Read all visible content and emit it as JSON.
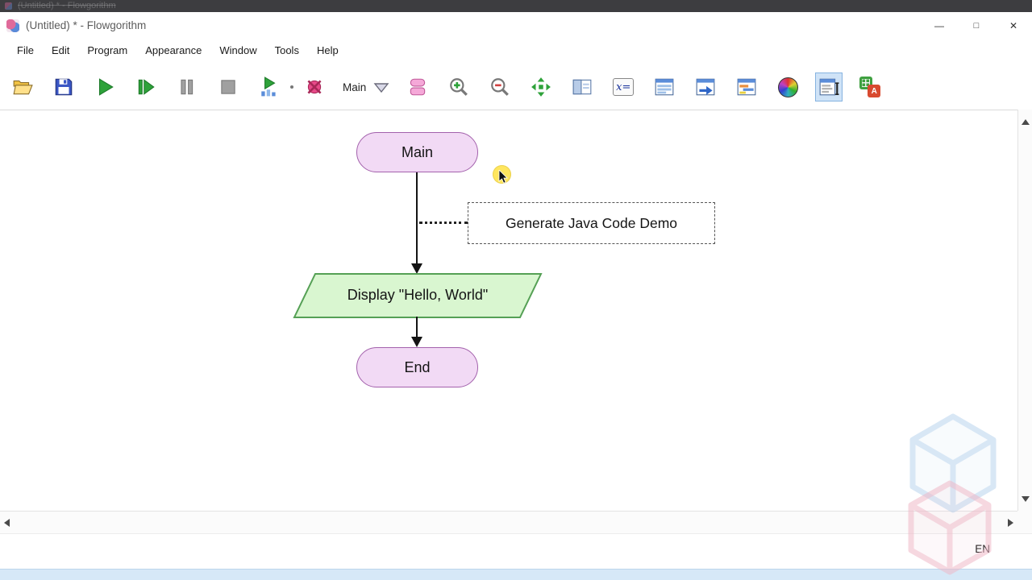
{
  "window": {
    "title": "(Untitled) * - Flowgorithm",
    "controls": {
      "minimize": "—",
      "maximize": "□",
      "close": "✕"
    }
  },
  "menu": {
    "items": [
      "File",
      "Edit",
      "Program",
      "Appearance",
      "Window",
      "Tools",
      "Help"
    ]
  },
  "toolbar": {
    "function_selector": {
      "label": "Main"
    },
    "variables_glyph": "x=",
    "translate_glyphs": {
      "right": "A"
    },
    "icons": [
      "open-file",
      "save",
      "run",
      "step",
      "pause",
      "stop",
      "run-slow",
      "breakpoint-toggle",
      "function-selector",
      "shape-style",
      "zoom-in",
      "zoom-out",
      "fit-to-window",
      "window-layout",
      "variable-watch",
      "console",
      "output",
      "activity-report",
      "chart-colors",
      "source-code-viewer",
      "code-translation"
    ],
    "selected_icon": "source-code-viewer"
  },
  "flowchart": {
    "nodes": [
      {
        "type": "terminal",
        "label": "Main"
      },
      {
        "type": "comment",
        "label": "Generate Java Code Demo"
      },
      {
        "type": "output",
        "label": "Display \"Hello, World\""
      },
      {
        "type": "terminal",
        "label": "End"
      }
    ]
  },
  "statusbar": {
    "language": "EN"
  },
  "colors": {
    "terminal_fill": "#F2DAF5",
    "terminal_border": "#A361AC",
    "output_fill": "#D9F6D0",
    "output_border": "#55A055",
    "comment_border": "#555555",
    "highlight": "#FFE65E",
    "selected_tool_bg": "#CFE3F7",
    "selected_tool_border": "#86B3E0",
    "bottom_strip": "#D6E8F7"
  }
}
